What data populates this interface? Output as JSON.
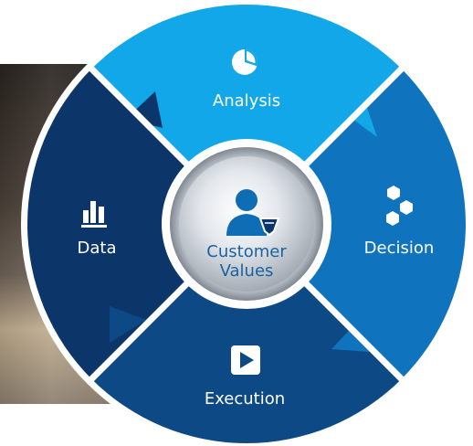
{
  "segments": {
    "analysis": {
      "label": "Analysis",
      "icon": "pie-chart-icon",
      "color": "#12a7e8"
    },
    "decision": {
      "label": "Decision",
      "icon": "hexagons-icon",
      "color": "#0f74bd"
    },
    "execution": {
      "label": "Execution",
      "icon": "play-icon",
      "color": "#0d4a85"
    },
    "data": {
      "label": "Data",
      "icon": "bar-chart-icon",
      "color": "#0c3569"
    }
  },
  "center": {
    "line1": "Customer",
    "line2": "Values",
    "icon": "user-shield-icon"
  }
}
